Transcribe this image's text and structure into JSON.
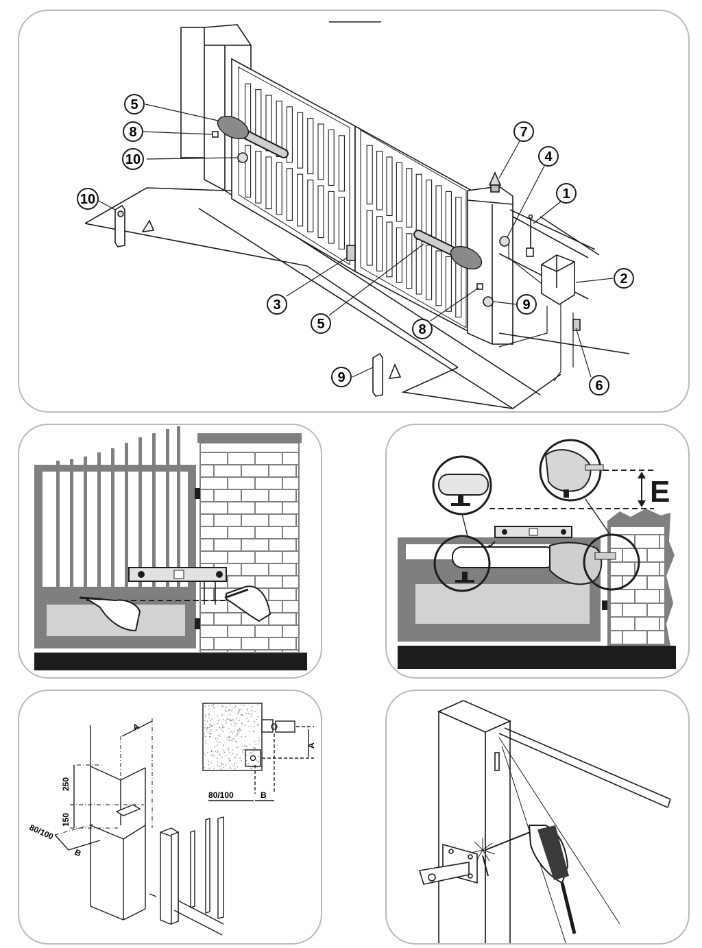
{
  "overview": {
    "callouts": {
      "c5a": "5",
      "c8a": "8",
      "c10a": "10",
      "c10b": "10",
      "c7": "7",
      "c4": "4",
      "c1": "1",
      "c2": "2",
      "c3": "3",
      "c5b": "5",
      "c8b": "8",
      "c9a": "9",
      "c6": "6",
      "c9b": "9"
    }
  },
  "measure": {
    "dimension_label": "E"
  },
  "dims": {
    "label_a_iso": "A",
    "label_250": "250",
    "label_150": "150",
    "label_80_100_iso": "80/100",
    "label_b_iso": "B",
    "label_a_plan": "A",
    "label_80_100_plan": "80/100",
    "label_b_plan": "B"
  },
  "colors": {
    "line": "#1a1a1a",
    "frame": "#b9b9b9",
    "fill_gray": "#7f7f7f",
    "fill_light": "#d2d2d2",
    "ground": "#1c1c1c"
  }
}
